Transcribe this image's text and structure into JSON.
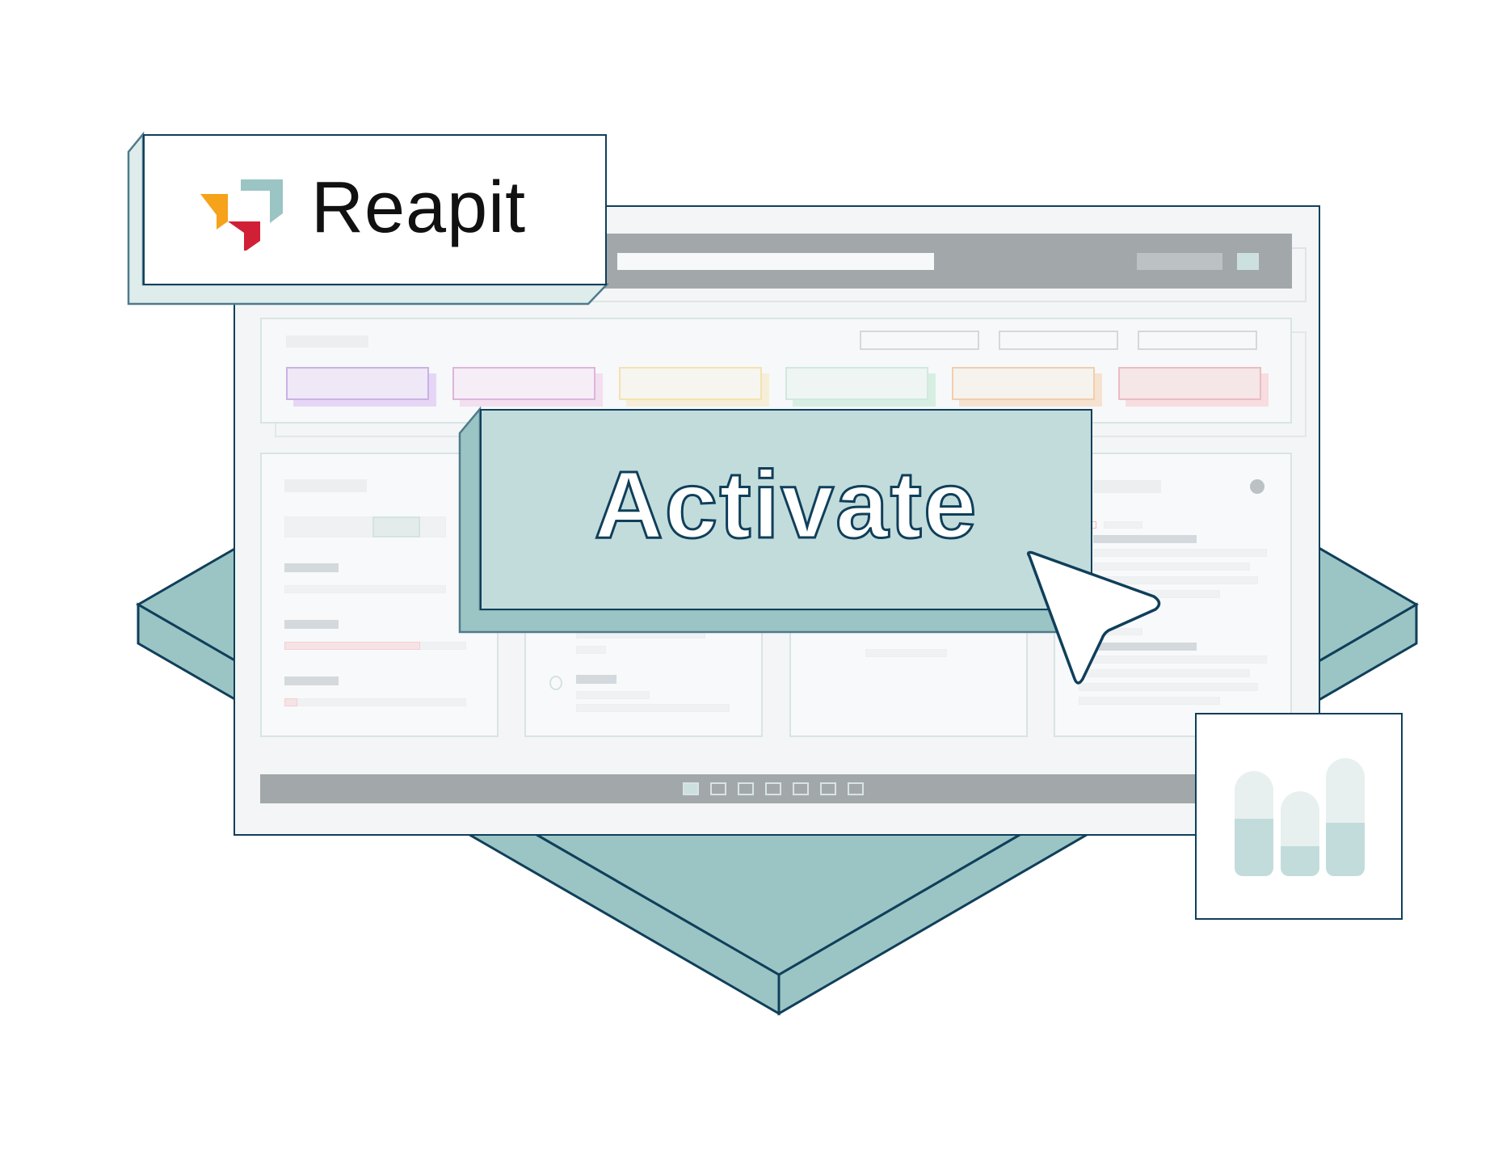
{
  "brand": {
    "name": "Reapit",
    "logo_colors": {
      "orange": "#f7a21b",
      "teal": "#9bc4c4",
      "red": "#d11f35"
    }
  },
  "hero": {
    "button_label": "Activate"
  },
  "mock_window": {
    "top_bar": {
      "search_placeholder": "",
      "chip": "",
      "icon": "square-icon"
    },
    "filter_tiles": [
      {
        "color_border": "#c9b2e6",
        "color_fill": "#efe8f6",
        "color_shadow": "#e6d6f5"
      },
      {
        "color_border": "#ddb4dd",
        "color_fill": "#f5eef6",
        "color_shadow": "#f2dfef"
      },
      {
        "color_border": "#f2e3b3",
        "color_fill": "#f7f5ef",
        "color_shadow": "#f6eed8"
      },
      {
        "color_border": "#d2e8df",
        "color_fill": "#eef5f2",
        "color_shadow": "#d7efe3"
      },
      {
        "color_border": "#f0cfae",
        "color_fill": "#f6f2ee",
        "color_shadow": "#f5e2d1"
      },
      {
        "color_border": "#ecbcc2",
        "color_fill": "#f5e6e8",
        "color_shadow": "#f7dde0"
      }
    ],
    "pagination": {
      "total": 7,
      "active_index": 0
    }
  },
  "chart_widget": {
    "bars": [
      {
        "total_pct": 100,
        "fill_pct": 55
      },
      {
        "total_pct": 80,
        "fill_pct": 40
      },
      {
        "total_pct": 112,
        "fill_pct": 57
      }
    ]
  },
  "colors": {
    "outline": "#0f3f5a",
    "platform": "#9bc4c4",
    "accent_light": "#c2dcdc",
    "bar_gray": "#a2a8aa"
  }
}
